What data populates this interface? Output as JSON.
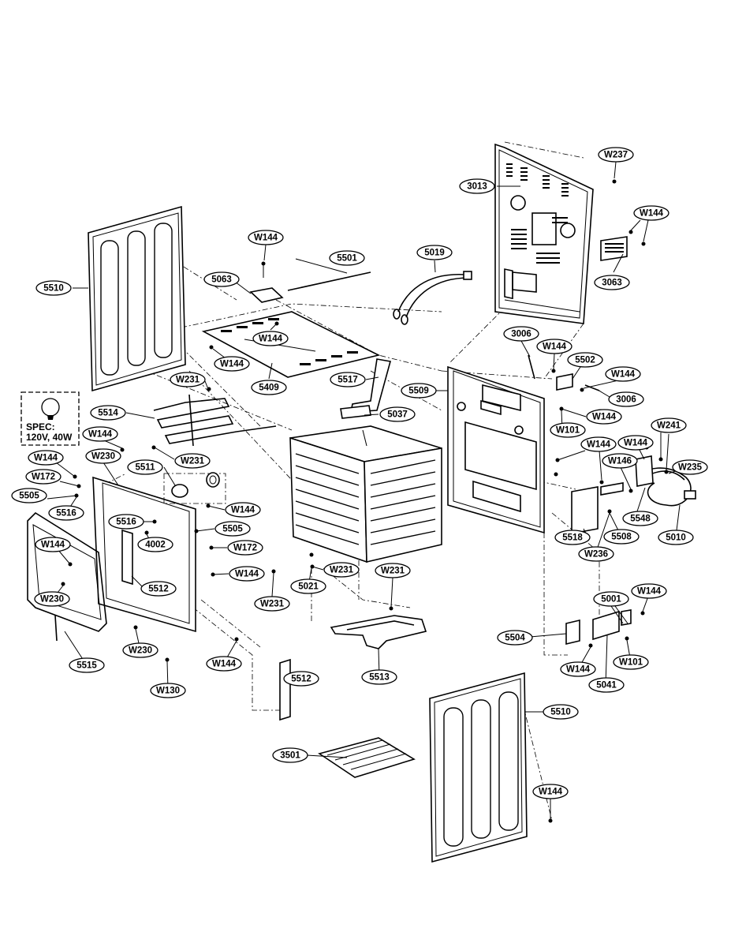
{
  "callouts": [
    {
      "id": "c-w237",
      "text": "W237"
    },
    {
      "id": "c-3013",
      "text": "3013"
    },
    {
      "id": "c-w144-top-right",
      "text": "W144"
    },
    {
      "id": "c-3063",
      "text": "3063"
    },
    {
      "id": "c-w144-top",
      "text": "W144"
    },
    {
      "id": "c-5501",
      "text": "5501"
    },
    {
      "id": "c-5019",
      "text": "5019"
    },
    {
      "id": "c-5510-left",
      "text": "5510"
    },
    {
      "id": "c-5063",
      "text": "5063"
    },
    {
      "id": "c-w144-center-top",
      "text": "W144"
    },
    {
      "id": "c-w144-mid-left",
      "text": "W144"
    },
    {
      "id": "c-5409",
      "text": "5409"
    },
    {
      "id": "c-3006-top",
      "text": "3006"
    },
    {
      "id": "c-w144-mid-right",
      "text": "W144"
    },
    {
      "id": "c-5502",
      "text": "5502"
    },
    {
      "id": "c-w144-right-a",
      "text": "W144"
    },
    {
      "id": "c-3006-mid",
      "text": "3006"
    },
    {
      "id": "c-w231-top",
      "text": "W231"
    },
    {
      "id": "c-5517",
      "text": "5517"
    },
    {
      "id": "c-5509",
      "text": "5509"
    },
    {
      "id": "c-5037",
      "text": "5037"
    },
    {
      "id": "c-w144-right-b",
      "text": "W144"
    },
    {
      "id": "c-5514",
      "text": "5514"
    },
    {
      "id": "c-w101-mid",
      "text": "W101"
    },
    {
      "id": "c-w144-left-a",
      "text": "W144"
    },
    {
      "id": "c-w231-mid",
      "text": "W231"
    },
    {
      "id": "c-w144-right-c",
      "text": "W144"
    },
    {
      "id": "c-w144-right-d",
      "text": "W144"
    },
    {
      "id": "c-w241",
      "text": "W241"
    },
    {
      "id": "c-w144-left-b",
      "text": "W144"
    },
    {
      "id": "c-w230-top",
      "text": "W230"
    },
    {
      "id": "c-5511",
      "text": "5511"
    },
    {
      "id": "c-w146",
      "text": "W146"
    },
    {
      "id": "c-w235",
      "text": "W235"
    },
    {
      "id": "c-w172-top",
      "text": "W172"
    },
    {
      "id": "c-5505-left",
      "text": "5505"
    },
    {
      "id": "c-w144-lamp",
      "text": "W144"
    },
    {
      "id": "c-5516-left",
      "text": "5516"
    },
    {
      "id": "c-5516-mid",
      "text": "5516"
    },
    {
      "id": "c-5505-mid",
      "text": "5505"
    },
    {
      "id": "c-5548",
      "text": "5548"
    },
    {
      "id": "c-4002",
      "text": "4002"
    },
    {
      "id": "c-5518",
      "text": "5518"
    },
    {
      "id": "c-5508",
      "text": "5508"
    },
    {
      "id": "c-5010",
      "text": "5010"
    },
    {
      "id": "c-w144-door",
      "text": "W144"
    },
    {
      "id": "c-w172-mid",
      "text": "W172"
    },
    {
      "id": "c-w236",
      "text": "W236"
    },
    {
      "id": "c-w144-cavity",
      "text": "W144"
    },
    {
      "id": "c-w231-cavity",
      "text": "W231"
    },
    {
      "id": "c-5512-mid",
      "text": "5512"
    },
    {
      "id": "c-5021",
      "text": "5021"
    },
    {
      "id": "c-w231-low",
      "text": "W231"
    },
    {
      "id": "c-w231-bake",
      "text": "W231"
    },
    {
      "id": "c-w230-left",
      "text": "W230"
    },
    {
      "id": "c-5001",
      "text": "5001"
    },
    {
      "id": "c-w144-low-right",
      "text": "W144"
    },
    {
      "id": "c-5504",
      "text": "5504"
    },
    {
      "id": "c-w230-bottom",
      "text": "W230"
    },
    {
      "id": "c-w144-bottom-left",
      "text": "W144"
    },
    {
      "id": "c-5515",
      "text": "5515"
    },
    {
      "id": "c-w144-bracket",
      "text": "W144"
    },
    {
      "id": "c-w101-low",
      "text": "W101"
    },
    {
      "id": "c-5512-low",
      "text": "5512"
    },
    {
      "id": "c-5513",
      "text": "5513"
    },
    {
      "id": "c-5041",
      "text": "5041"
    },
    {
      "id": "c-w130",
      "text": "W130"
    },
    {
      "id": "c-5510-right",
      "text": "5510"
    },
    {
      "id": "c-3501",
      "text": "3501"
    },
    {
      "id": "c-w144-bottom-right",
      "text": "W144"
    }
  ],
  "spec_box": {
    "line1": "SPEC:",
    "line2": "120V, 40W"
  }
}
